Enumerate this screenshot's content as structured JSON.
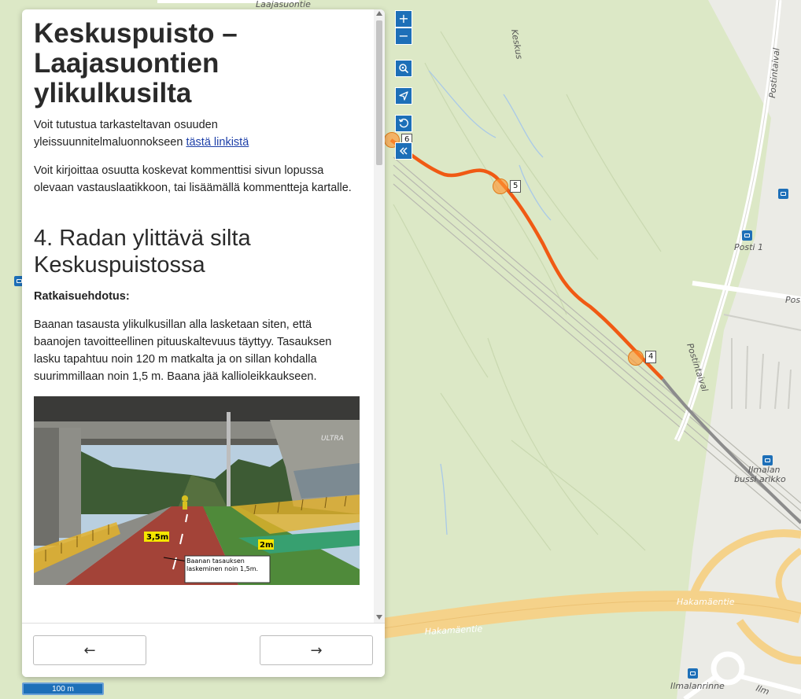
{
  "map": {
    "labels": {
      "laajasuontie": "Laajasuontie",
      "keskus": "Keskus",
      "postintaival_top": "Postintaival",
      "postintaival_mid": "Postintaival",
      "posti1": "Posti 1",
      "pos": "Pos",
      "ilmalan_bussi_1": "Ilmalan",
      "ilmalan_bussi_2": "bussi arikko",
      "hakamaentie_right": "Hakamäentie",
      "hakamaentie_left": "Hakamäentie",
      "ilmalanrinne": "Ilmalanrinne",
      "ilm": "Ilm"
    },
    "markers": [
      "6",
      "5",
      "4"
    ],
    "route_color": "#f05a14",
    "rail_color": "#8c8c8c"
  },
  "controls": {
    "zoom_in": "+",
    "zoom_out": "−"
  },
  "panel": {
    "title": "Keskuspuisto – Laajasuontien ylikulkusilta",
    "intro_text": "Voit tutustua tarkasteltavan osuuden yleissuunnitelmaluonnokseen ",
    "intro_link": "tästä linkistä",
    "comment_text": "Voit kirjoittaa osuutta koskevat kommenttisi sivun lopussa olevaan vastauslaatikkoon, tai lisäämällä kommentteja kartalle.",
    "section_title": "4. Radan ylittävä silta Keskuspuistossa",
    "solution_label": "Ratkaisuehdotus:",
    "solution_text": "Baanan tasausta ylikulkusillan alla lasketaan siten, että baanojen tavoitteellinen pituuskaltevuus täyttyy. Tasauksen lasku tapahtuu noin 120 m matkalta ja on sillan kohdalla suurimmillaan noin 1,5 m. Baana jää kallioleikkaukseen.",
    "photo": {
      "label_width_1": "3,5m",
      "label_width_2": "2m",
      "caption": "Baanan tasauksen laskeminen noin 1,5m.",
      "sign": "ULTRA"
    }
  },
  "footer": {
    "prev": "←",
    "next": "→"
  },
  "scale_label": "100 m"
}
